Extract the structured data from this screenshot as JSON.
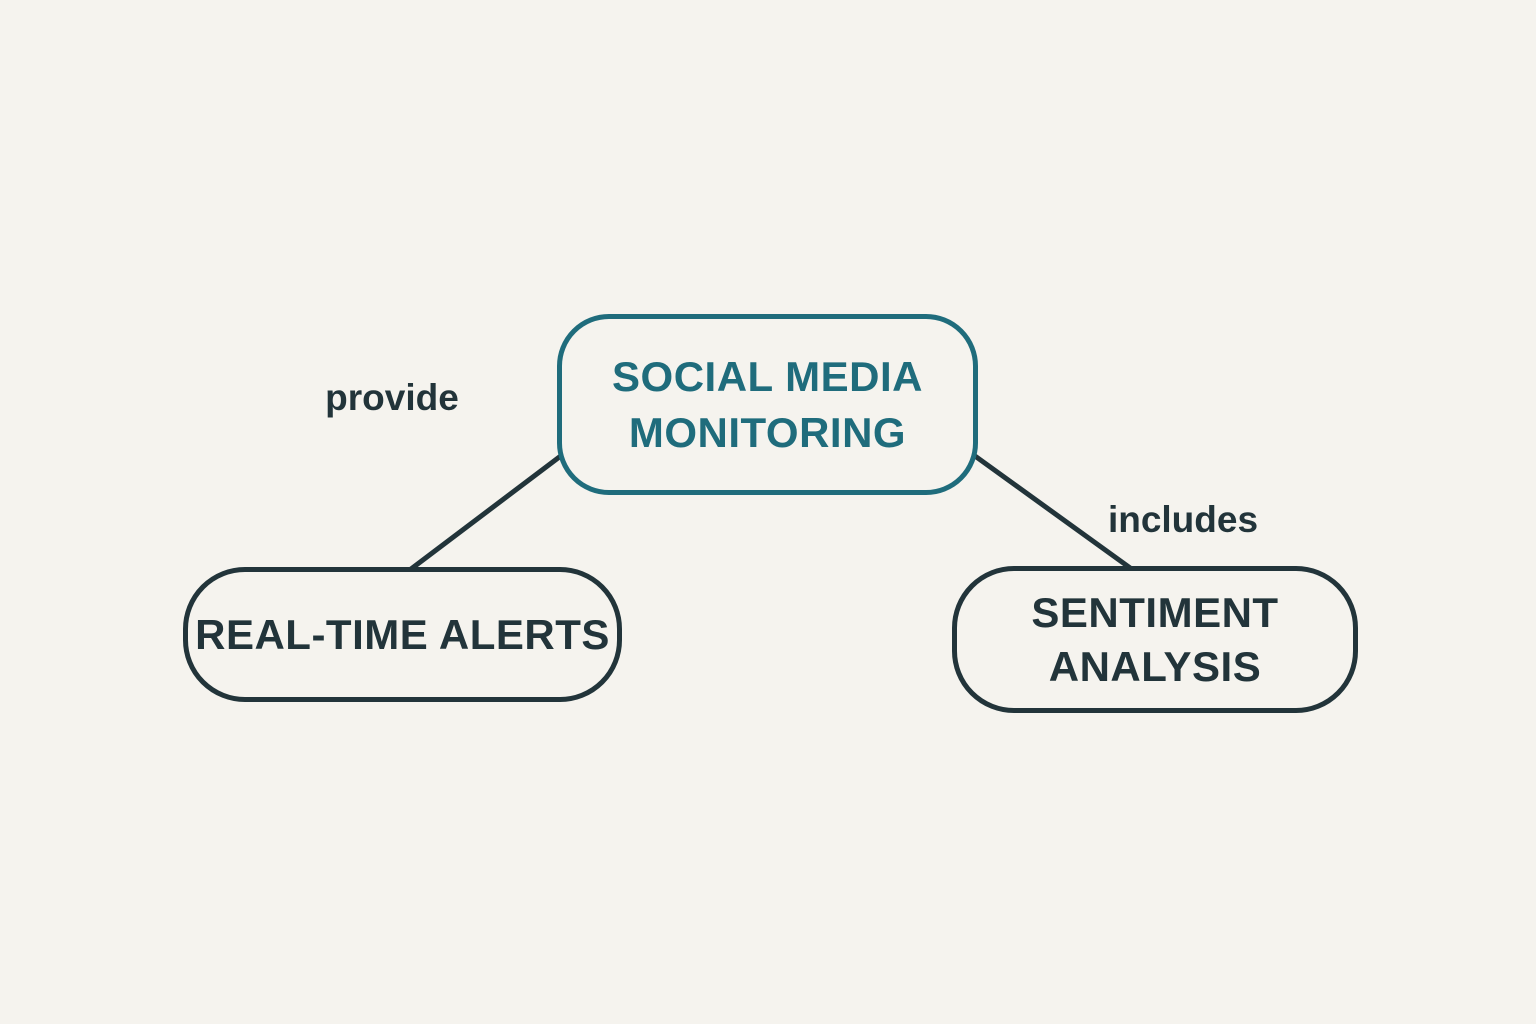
{
  "background": "#f5f3ee",
  "colors": {
    "teal": "#1f6c7c",
    "dark": "#22343a"
  },
  "nodes": {
    "center": {
      "line1": "SOCIAL MEDIA",
      "line2": "MONITORING"
    },
    "left": {
      "line1": "REAL-TIME ALERTS"
    },
    "right": {
      "line1": "SENTIMENT",
      "line2": "ANALYSIS"
    }
  },
  "edges": {
    "provide": {
      "label": "provide",
      "from": "social-media-monitoring",
      "to": "real-time-alerts"
    },
    "includes": {
      "label": "includes",
      "from": "social-media-monitoring",
      "to": "sentiment-analysis"
    }
  }
}
